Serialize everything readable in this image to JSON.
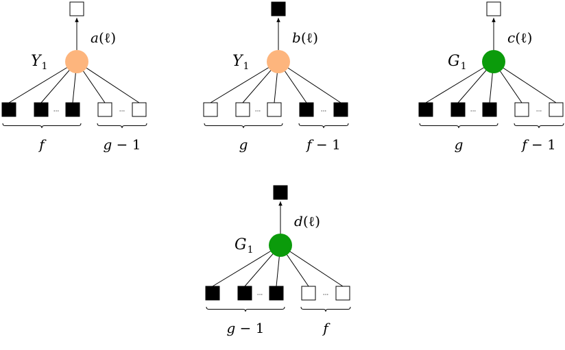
{
  "colors": {
    "yellow_node": "#fdb57d",
    "green_node": "#0b9b0b",
    "filled_square": "#000000",
    "empty_square": "#ffffff",
    "stroke": "#000000"
  },
  "diagrams": [
    {
      "id": "a",
      "node_letter": "Y",
      "node_subscript": "1",
      "node_color": "yellow_node",
      "top_filled": false,
      "edge_name": "a",
      "edge_arg": "(ℓ)",
      "left_filled": true,
      "right_filled": false,
      "left_brace": {
        "var": "f",
        "suffix": ""
      },
      "right_brace": {
        "var": "g",
        "suffix": " − 1"
      },
      "ellipsis": "···"
    },
    {
      "id": "b",
      "node_letter": "Y",
      "node_subscript": "1",
      "node_color": "yellow_node",
      "top_filled": true,
      "edge_name": "b",
      "edge_arg": "(ℓ)",
      "left_filled": false,
      "right_filled": true,
      "left_brace": {
        "var": "g",
        "suffix": ""
      },
      "right_brace": {
        "var": "f",
        "suffix": " − 1"
      },
      "ellipsis": "···"
    },
    {
      "id": "c",
      "node_letter": "G",
      "node_subscript": "1",
      "node_color": "green_node",
      "top_filled": false,
      "edge_name": "c",
      "edge_arg": "(ℓ)",
      "left_filled": true,
      "right_filled": false,
      "left_brace": {
        "var": "g",
        "suffix": ""
      },
      "right_brace": {
        "var": "f",
        "suffix": " − 1"
      },
      "ellipsis": "···"
    },
    {
      "id": "d",
      "node_letter": "G",
      "node_subscript": "1",
      "node_color": "green_node",
      "top_filled": true,
      "edge_name": "d",
      "edge_arg": "(ℓ)",
      "left_filled": true,
      "right_filled": false,
      "left_brace": {
        "var": "g",
        "suffix": " − 1"
      },
      "right_brace": {
        "var": "f",
        "suffix": ""
      },
      "ellipsis": "···"
    }
  ]
}
